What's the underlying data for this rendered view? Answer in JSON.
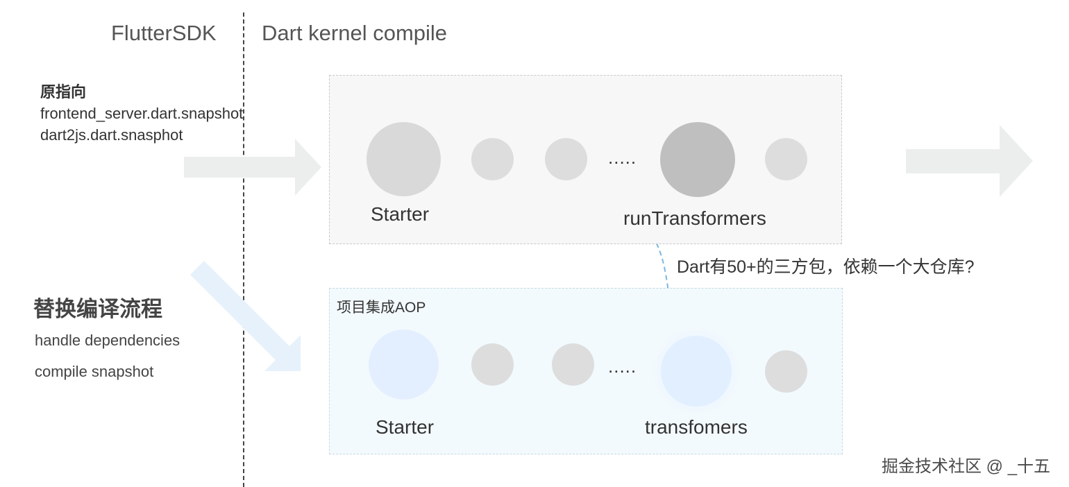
{
  "header": {
    "sdk_title": "FlutterSDK",
    "kernel_title": "Dart kernel compile"
  },
  "origin": {
    "head": "原指向",
    "lines": [
      "frontend_server.dart.snapshot",
      "dart2js.dart.snasphot"
    ]
  },
  "replace": {
    "title": "替换编译流程",
    "lines": [
      "handle dependencies",
      "compile snapshot"
    ]
  },
  "top_pipeline": {
    "starter_label": "Starter",
    "dots": ".....",
    "transformer_label": "runTransformers"
  },
  "bottom_pipeline": {
    "box_label": "项目集成AOP",
    "starter_label": "Starter",
    "dots": ".....",
    "transformer_label": "transfomers"
  },
  "question": "Dart有50+的三方包，依赖一个大仓库?",
  "watermark": "掘金技术社区 @ _十五",
  "colors": {
    "arrow_gray": "#eceeee",
    "arrow_blue": "#e6f1fb",
    "dashed_link": "#7ab6e0",
    "node_gray": "#dddddd",
    "node_dark": "#bfbfbf",
    "node_blue": "#e3effe"
  }
}
